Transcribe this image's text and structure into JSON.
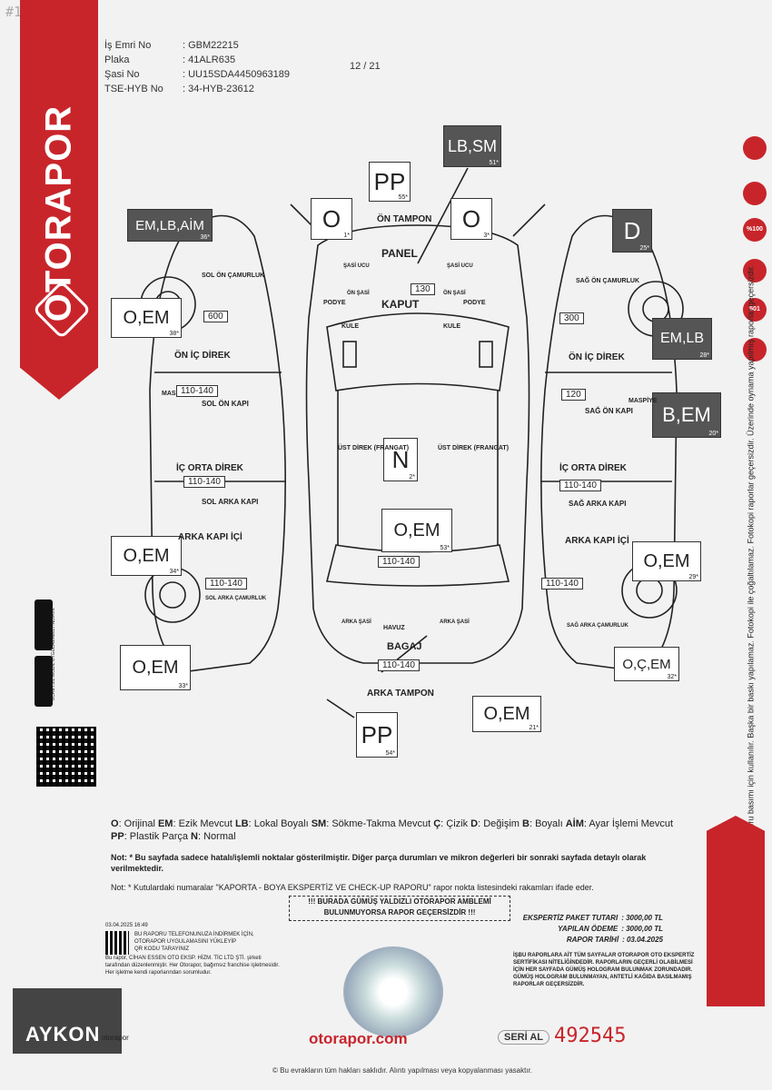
{
  "watermark": "#123928885",
  "brand": "OTORAPOR",
  "header": {
    "fields": [
      {
        "k": "İş Emri No",
        "v": ": GBM22215"
      },
      {
        "k": "Plaka",
        "v": ": 41ALR635"
      },
      {
        "k": "Şasi No",
        "v": ": UU15SDA4450963189"
      },
      {
        "k": "TSE-HYB No",
        "v": ": 34-HYB-23612"
      }
    ],
    "page": "12 / 21"
  },
  "top_boxes": {
    "pp_front": {
      "code": "PP",
      "n": "55*"
    },
    "lbsm": {
      "code": "LB,SM",
      "n": "51*"
    },
    "o1": {
      "code": "O",
      "n": "1*"
    },
    "o3": {
      "code": "O",
      "n": "3*"
    }
  },
  "left_boxes": {
    "em_lb_aim": {
      "code": "EM,LB,AİM",
      "n": "36*"
    },
    "oem38": {
      "code": "O,EM",
      "n": "38*"
    },
    "oem34": {
      "code": "O,EM",
      "n": "34*"
    },
    "oem33": {
      "code": "O,EM",
      "n": "33*"
    }
  },
  "right_boxes": {
    "d25": {
      "code": "D",
      "n": "25*"
    },
    "emlb28": {
      "code": "EM,LB",
      "n": "28*"
    },
    "bem20": {
      "code": "B,EM",
      "n": "20*"
    },
    "oem29": {
      "code": "O,EM",
      "n": "29*"
    },
    "ocem32": {
      "code": "O,Ç,EM",
      "n": "32*"
    }
  },
  "center_boxes": {
    "n2": {
      "code": "N",
      "n": "2*"
    },
    "oem53": {
      "code": "O,EM",
      "n": "53*"
    },
    "oem21": {
      "code": "O,EM",
      "n": "21*"
    },
    "pp54": {
      "code": "PP",
      "n": "54*"
    }
  },
  "labels": {
    "on_tampon": "ÖN TAMPON",
    "panel": "PANEL",
    "kaput": "KAPUT",
    "kaput_val": "130",
    "sasi_ucu_l": "ŞASİ UCU",
    "sasi_ucu_r": "ŞASİ UCU",
    "on_sasi": "ÖN ŞASİ",
    "on_sasi_r": "ÖN ŞASİ",
    "podye_l": "PODYE",
    "podye_r": "PODYE",
    "kule_l": "KULE",
    "kule_r": "KULE",
    "ust_direk": "ÜST DİREK (FRANGAT)",
    "ust_direk_r": "ÜST DİREK (FRANGAT)",
    "tavan_val": "110-140",
    "havuz": "HAVUZ",
    "bagaj": "BAGAJ",
    "bagaj_val": "110-140",
    "arka_tampon": "ARKA TAMPON",
    "arka_sasi_l": "ARKA ŞASİ",
    "arka_sasi_r": "ARKA ŞASİ",
    "sol_on_camurluk": "SOL ÖN ÇAMURLUK",
    "sol_on_camurluk_val": "600",
    "on_ic_direk_l": "ÖN İÇ DİREK",
    "maspiye_l": "MASPİYE",
    "sol_on_kapi": "SOL ÖN KAPI",
    "sol_on_kapi_val": "110-140",
    "ic_orta_direk_l": "İÇ ORTA DİREK",
    "sol_arka_kapi": "SOL ARKA KAPI",
    "sol_arka_kapi_val": "110-140",
    "arka_kapi_ici_l": "ARKA KAPI İÇİ",
    "sol_arka_camurluk": "SOL ARKA ÇAMURLUK",
    "sol_arka_camurluk_val": "110-140",
    "sag_on_camurluk": "SAĞ ÖN ÇAMURLUK",
    "sag_on_camurluk_val": "300",
    "on_ic_direk_r": "ÖN İÇ DİREK",
    "maspiye_r": "MASPİYE",
    "sag_on_kapi": "SAĞ ÖN KAPI",
    "sag_on_kapi_val": "120",
    "ic_orta_direk_r": "İÇ ORTA DİREK",
    "sag_arka_kapi": "SAĞ ARKA KAPI",
    "sag_arka_kapi_val": "110-140",
    "arka_kapi_ici_r": "ARKA KAPI İÇİ",
    "sag_arka_camurluk": "SAĞ ARKA ÇAMURLUK",
    "sag_arka_camurluk_val": "110-140"
  },
  "legend": {
    "line1": [
      {
        "k": "O",
        "v": ": Orijinal "
      },
      {
        "k": "EM",
        "v": ": Ezik Mevcut "
      },
      {
        "k": "LB",
        "v": ": Lokal Boyalı "
      },
      {
        "k": "SM",
        "v": ": Sökme-Takma Mevcut "
      },
      {
        "k": "Ç",
        "v": ": Çizik "
      },
      {
        "k": "D",
        "v": ": Değişim "
      },
      {
        "k": "B",
        "v": ": Boyalı "
      },
      {
        "k": "AİM",
        "v": ": Ayar İşlemi Mevcut"
      }
    ],
    "line2": [
      {
        "k": "PP",
        "v": ": Plastik Parça "
      },
      {
        "k": "N",
        "v": ": Normal"
      }
    ]
  },
  "note": "Not: * Bu sayfada sadece hatalı/işlemli noktalar gösterilmiştir. Diğer parça durumları ve mikron değerleri bir sonraki sayfada detaylı olarak verilmektedir.",
  "note2": "Not: * Kutulardaki numaralar \"KAPORTA - BOYA EKSPERTİZ VE CHECK-UP RAPORU\" rapor nokta listesindeki rakamları ifade eder.",
  "warning": "!!! BURADA GÜMÜŞ YALDIZLI OTORAPOR AMBLEMİ BULUNMUYORSA RAPOR GEÇERSİZDİR !!!",
  "fees": [
    {
      "k": "EKSPERTİZ PAKET TUTARI",
      "v": ": 3000,00 TL"
    },
    {
      "k": "YAPILAN ÖDEME",
      "v": ": 3000,00 TL"
    },
    {
      "k": "RAPOR TARİHİ",
      "v": ": 03.04.2025"
    }
  ],
  "fine_print": "İŞBU RAPORLARA AİT TÜM SAYFALAR OTORAPOR OTO EKSPERTİZ SERTİFİKASI NİTELİĞİNDEDİR. RAPORLARIN GEÇERLİ OLABİLMESİ İÇİN HER SAYFADA GÜMÜŞ HOLOGRAM BULUNMAK ZORUNDADIR. GÜMÜŞ HOLOGRAM BULUNMAYAN, ANTETLİ KAĞIDA BASILMAMIŞ RAPORLAR GEÇERSİZDİR.",
  "qr_text": {
    "date": "03.04.2025 16:49",
    "l1": "BU RAPORU TELEFONUNUZA İNDİRMEK İÇİN,",
    "l2": "OTORAPOR UYGULAMASINI YÜKLEYİP",
    "l3": "QR KODU TARAYINIZ",
    "l4": "Bu rapor, CİHAN ESSEN OTO EKSP. HİZM. TİC LTD ŞTİ. şirketi tarafından düzenlenmiştir. Her Otorapor, bağımsız franchise işletmesidir. Her işletme kendi raporlarından sorumludur."
  },
  "vertical_text": "Bu evrak sadece OTORAPOR Oto Ekspertiz Raporu basımı için kullanılır. Başka bir baskı yapılamaz. Fotokopi ile çoğaltılamaz. Fotokopi raporlar geçersizdir. Üzerinde oynama yapılmış raporlar geçersizdir.",
  "app_text": "ÜCRETSİZ MOBİL UYGULAMAMIZI İNDİRİN.",
  "badges": [
    "%100",
    "501"
  ],
  "footer": {
    "url": "otorapor.com",
    "seri": "SERİ AL",
    "num": "492545",
    "bottom": "© Bu evrakların tüm hakları saklıdır. Alıntı yapılması veya kopyalanması yasaktır.",
    "aykon": "AYKON",
    "otorapor_small": "otorapor"
  }
}
